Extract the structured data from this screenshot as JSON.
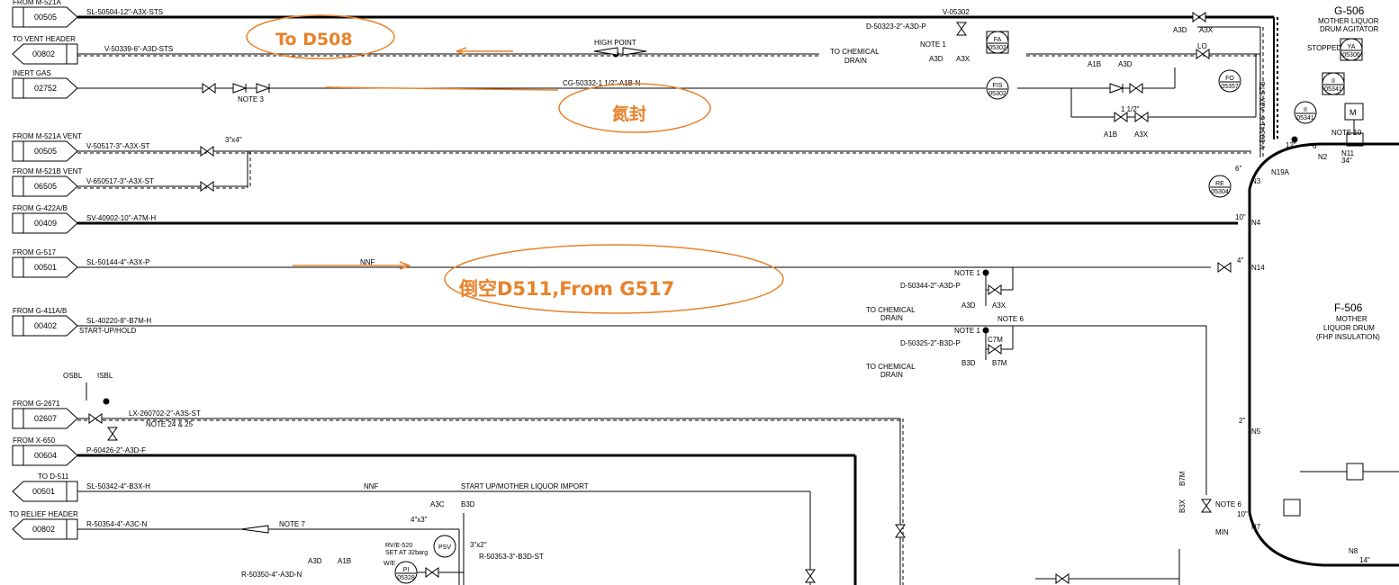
{
  "offpage_connectors": [
    {
      "label": "FROM  M-521A",
      "number": "00505",
      "line": "SL-50504-12\"-A3X-STS"
    },
    {
      "label": "TO VENT HEADER",
      "number": "00802",
      "line": "V-50339-6\"-A3D-STS"
    },
    {
      "label": "INERT GAS",
      "number": "02752",
      "line": "CG-50332-1 1/2\"-A1B-N"
    },
    {
      "label": "FROM  M-521A VENT",
      "number": "00505",
      "line": "V-50517-3\"-A3X-ST"
    },
    {
      "label": "FROM  M-521B VENT",
      "number": "06505",
      "line": "V-650517-3\"-A3X-ST"
    },
    {
      "label": "FROM  G-422A/B",
      "number": "00409",
      "line": "SV-40902-10\"-A7M-H"
    },
    {
      "label": "FROM  G-517",
      "number": "00501",
      "line": "SL-50144-4\"-A3X-P"
    },
    {
      "label": "FROM  G-411A/B",
      "number": "00402",
      "line": "SL-40220-8\"-B7M-H"
    },
    {
      "label": "FROM  G-2671",
      "number": "02607",
      "line": "LX-260702-2\"-A3S-ST"
    },
    {
      "label": "FROM  X-650",
      "number": "00604",
      "line": "P-60426-2\"-A3D-F"
    },
    {
      "label": "TO  D-511",
      "number": "00501",
      "line": "SL-50342-4\"-B3X-H"
    },
    {
      "label": "TO RELIEF HEADER",
      "number": "00802",
      "line": "R-50354-4\"-A3C-N"
    }
  ],
  "annotations": {
    "to_d508": "To D508",
    "nitrogen": "氮封",
    "reverse": "倒空D511,From G517"
  },
  "equipment": {
    "g506_tag": "G-506",
    "g506_desc1": "MOTHER LIQUOR",
    "g506_desc2": "DRUM AGITATOR",
    "f506_tag": "F-506",
    "f506_desc1": "MOTHER",
    "f506_desc2": "LIQUOR DRUM",
    "f506_desc3": "(FHP INSULATION)",
    "stopped": "STOPPED"
  },
  "labels": {
    "high_point": "HIGH POINT",
    "to_chemical_drain": "TO CHEMICAL",
    "drain": "DRAIN",
    "note3": "NOTE 3",
    "note1": "NOTE 1",
    "note6": "NOTE 6",
    "note7": "NOTE 7",
    "note10": "NOTE 10",
    "note24": "NOTE 24 & 25",
    "nnf": "NNF",
    "startup_hold": "START-UP/HOLD",
    "startup_import": "START UP/MOTHER LIQUOR IMPORT",
    "osbl": "OSBL",
    "isbl": "ISBL",
    "min": "MIN",
    "lo": "LO",
    "v05302": "V-05302",
    "d50323": "D-50323-2\"-A3D-P",
    "d50344": "D-50344-2\"-A3D-P",
    "d50325": "D-50325-2\"-B3D-P",
    "r50353": "R-50353-3\"-B3D-ST",
    "r50350": "R-50350-4\"-A3D-N",
    "v50341": "V-50341-6\"-A3X-STS",
    "size_3x4": "3\"x4\"",
    "size_4x3": "4\"x3\"",
    "size_3x2": "3\"x2\"",
    "size_1half": "1 1/2\"",
    "rv_tag": "RV/E-520",
    "rv_set": "SET AT 32barg",
    "we": "W/E",
    "spec_a3d": "A3D",
    "spec_a3x": "A3X",
    "spec_a1b": "A1B",
    "spec_b3d": "B3D",
    "spec_b7m": "B7M",
    "spec_a3c": "A3C",
    "spec_b3x": "B3X",
    "spec_c7m": "C7M"
  },
  "nozzles": [
    "N19A",
    "N3",
    "N4",
    "N14",
    "N5",
    "N7",
    "N2",
    "N11",
    "N8"
  ],
  "nozzle_sizes": [
    "6\"",
    "10\"",
    "4\"",
    "2\"",
    "10\"",
    "12\"",
    "6\"",
    "34\"",
    "14\""
  ],
  "instruments": [
    {
      "fn": "FA",
      "tag": "05302"
    },
    {
      "fn": "FIS",
      "tag": "05302"
    },
    {
      "fn": "FO",
      "tag": "05357"
    },
    {
      "fn": "YA",
      "tag": "05306"
    },
    {
      "fn": "II",
      "tag": "05341"
    },
    {
      "fn": "II",
      "tag": "05341"
    },
    {
      "fn": "RE",
      "tag": "05304"
    },
    {
      "fn": "PSV",
      "tag": ""
    },
    {
      "fn": "PI",
      "tag": "05328"
    }
  ],
  "motor": "M",
  "colors": {
    "annotation": "#e8822a",
    "line": "#000000"
  }
}
